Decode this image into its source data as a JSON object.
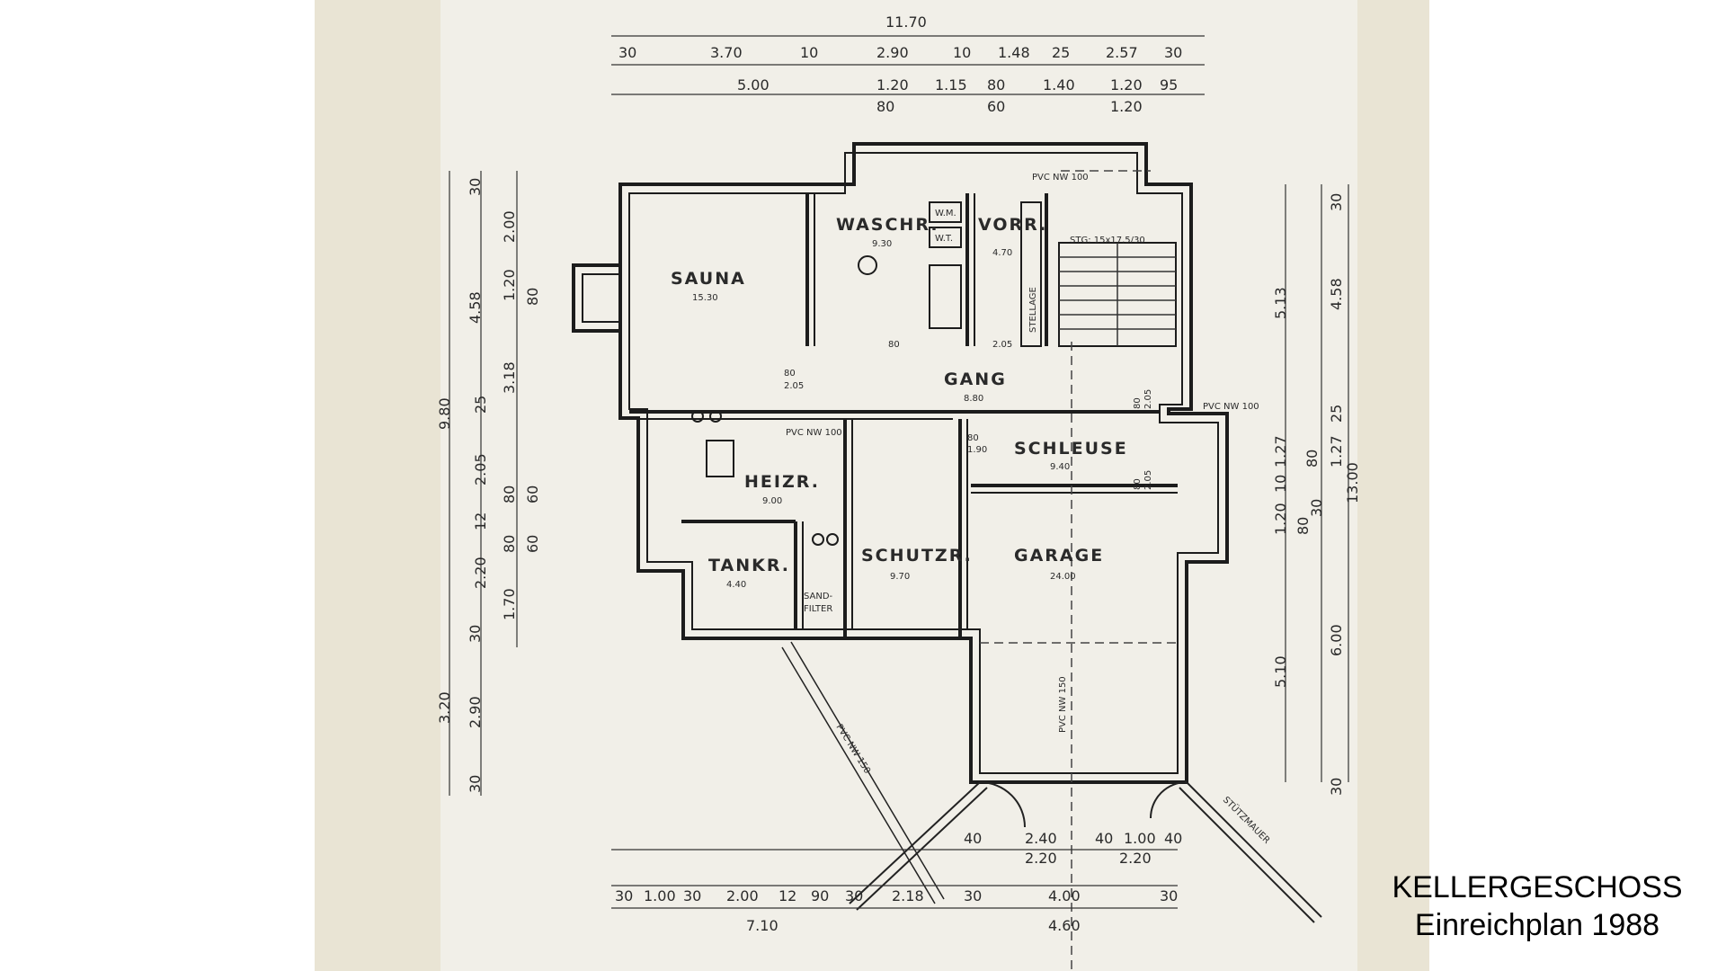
{
  "caption": {
    "title": "KELLERGESCHOSS",
    "subtitle": "Einreichplan 1988"
  },
  "rooms": {
    "sauna": {
      "name": "SAUNA",
      "area": "15.30"
    },
    "waschr": {
      "name": "WASCHR.",
      "area": "9.30"
    },
    "vorr": {
      "name": "VORR.",
      "area": "4.70"
    },
    "gang": {
      "name": "GANG",
      "area": "8.80"
    },
    "heizr": {
      "name": "HEIZR.",
      "area": "9.00"
    },
    "tankr": {
      "name": "TANKR.",
      "area": "4.40"
    },
    "schutzr": {
      "name": "SCHUTZR.",
      "area": "9.70"
    },
    "schleuse": {
      "name": "SCHLEUSE",
      "area": "9.40"
    },
    "garage": {
      "name": "GARAGE",
      "area": "24.00"
    }
  },
  "labels": {
    "sandfilter_1": "SAND-",
    "sandfilter_2": "FILTER",
    "stiege": "STG: 15x17,5/30",
    "stellage": "STELLAGE",
    "wm": "W.M.",
    "wt": "W.T.",
    "stuetzmauer": "STÜTZMAUER",
    "pvc_top": "PVC NW 100",
    "pvc_right": "PVC NW 100",
    "pvc_heiz": "PVC NW 100",
    "pvc_garage": "PVC NW 150",
    "pvc_diag": "PVC NW 150"
  },
  "dims_top": {
    "total": "11.70",
    "row1": [
      "30",
      "3.70",
      "10",
      "2.90",
      "10",
      "1.48",
      "25",
      "2.57",
      "30"
    ],
    "row2": [
      "5.00",
      "1.20",
      "1.15",
      "80",
      "1.40",
      "1.20",
      "95"
    ],
    "row3": [
      "80",
      "60",
      "1.20"
    ]
  },
  "dims_left": {
    "total": "9.80",
    "outer": [
      "4.58",
      "3.20"
    ],
    "inner": [
      "30",
      "2.00",
      "1.20",
      "3.18",
      "25",
      "2.05",
      "12",
      "2.20",
      "1.70",
      "30",
      "2.90",
      "30"
    ],
    "extra": [
      "80",
      "80",
      "60",
      "80",
      "60"
    ]
  },
  "dims_right": {
    "total": "13.00",
    "outer": [
      "5.13",
      "5.10"
    ],
    "inner": [
      "30",
      "4.58",
      "25",
      "1.27",
      "30",
      "6.00",
      "30"
    ],
    "extra": [
      "1.27",
      "80",
      "10",
      "1.20",
      "80"
    ]
  },
  "dims_bottom": {
    "row1": [
      "40",
      "2.40",
      "40",
      "1.00",
      "40"
    ],
    "row2": [
      "2.20",
      "2.20"
    ],
    "row3": [
      "30",
      "1.00",
      "30",
      "2.00",
      "12",
      "90",
      "30",
      "2.18",
      "30",
      "4.00",
      "30"
    ],
    "row4": [
      "7.10",
      "4.60"
    ]
  },
  "door_marks": [
    "80",
    "2.05",
    "80",
    "1.90",
    "80",
    "2.05",
    "80",
    "2.05",
    "80",
    "2.05"
  ]
}
